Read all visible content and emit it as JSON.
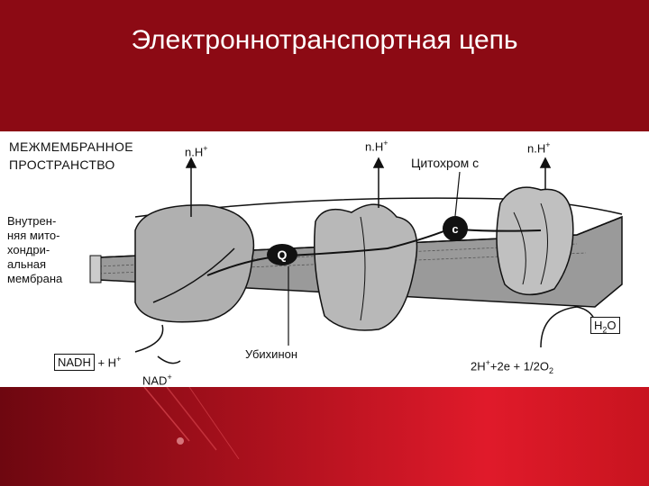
{
  "title": "Электроннотранспортная цепь",
  "diagram": {
    "intermembrane_space": [
      "МЕЖМЕМБРАННОЕ",
      "ПРОСТРАНСТВО"
    ],
    "inner_membrane": [
      "Внутрен-",
      "няя мито-",
      "хондри-",
      "альная",
      "мембрана"
    ],
    "proton_label": "n.H",
    "proton_charge": "+",
    "cytochrome_c": "Цитохром с",
    "ubiquinone_label": "Убихинон",
    "q_label": "Q",
    "c_label": "c",
    "nadh": "NADH",
    "nadh_plus": "+ H",
    "nadh_charge": "+",
    "nad": "NAD",
    "nad_charge": "+",
    "water": "H",
    "water_sub": "2",
    "water_o": "O",
    "reaction_prefix": "2H",
    "reaction_charge": "+",
    "reaction_mid": "+2e + ",
    "reaction_frac": "1/2",
    "reaction_o": "O",
    "reaction_sub": "2"
  },
  "colors": {
    "background": "#8c0a14",
    "title": "#ffffff",
    "panel": "#ffffff",
    "ink": "#111111"
  }
}
